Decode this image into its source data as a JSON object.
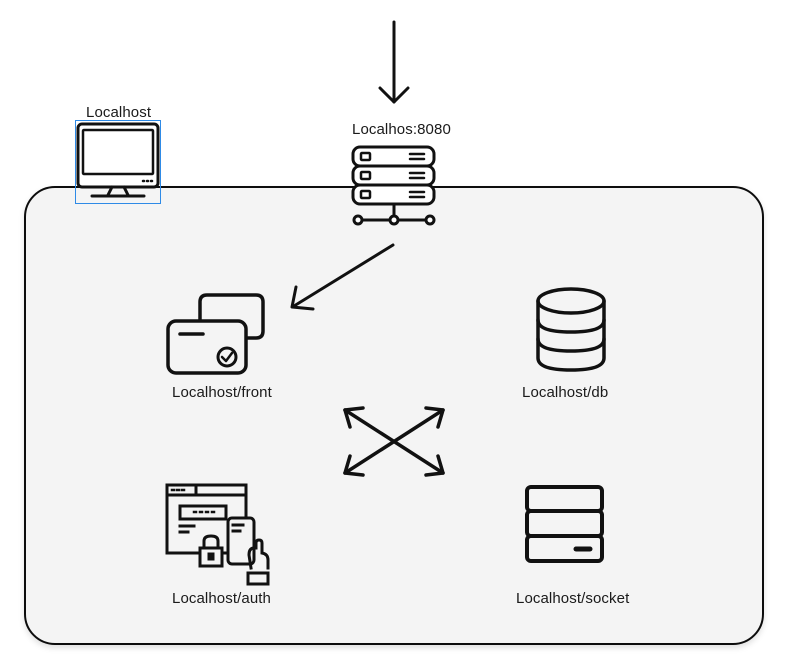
{
  "nodes": {
    "localhost": {
      "label": "Localhost",
      "icon": "monitor-icon"
    },
    "gateway": {
      "label": "Localhos:8080",
      "icon": "server-rack-icon"
    },
    "front": {
      "label": "Localhost/front",
      "icon": "credit-cards-icon"
    },
    "db": {
      "label": "Localhost/db",
      "icon": "database-icon"
    },
    "auth": {
      "label": "Localhost/auth",
      "icon": "secure-login-icon"
    },
    "socket": {
      "label": "Localhost/socket",
      "icon": "server-stack-icon"
    }
  },
  "colors": {
    "stroke": "#111111",
    "container_fill": "#f4f4f4",
    "selection": "#2e8ae6"
  }
}
